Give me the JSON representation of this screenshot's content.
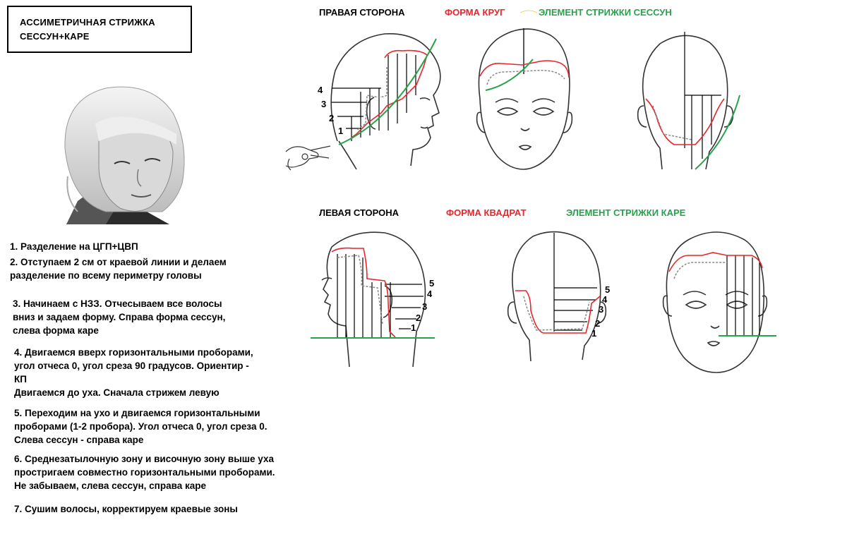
{
  "title": {
    "line1": "АССИМЕТРИЧНАЯ СТРИЖКА",
    "line2": "СЕССУН+КАРЕ"
  },
  "right_side": {
    "label": "ПРАВАЯ СТОРОНА",
    "shape": "ФОРМА КРУГ",
    "element": "ЭЛЕМЕНТ СТРИЖКИ СЕССУН",
    "section_numbers": [
      "1",
      "2",
      "3",
      "4"
    ]
  },
  "left_side": {
    "label": "ЛЕВАЯ СТОРОНА",
    "shape": "ФОРМА КВАДРАТ",
    "element": "ЭЛЕМЕНТ СТРИЖКИ КАРЕ",
    "section_numbers_profile": [
      "1",
      "2",
      "3",
      "4",
      "5"
    ],
    "section_numbers_back": [
      "1",
      "2",
      "3",
      "4",
      "5"
    ]
  },
  "colors": {
    "form_line": "#e8262b",
    "element_line": "#27a24a",
    "text": "#000000"
  },
  "steps": [
    [
      "1. Разделение на ЦГП+ЦВП"
    ],
    [
      "2. Отступаем 2 см от краевой линии и делаем",
      "разделение по всему периметру головы"
    ],
    [
      "3. Начинаем с НЗЗ. Отчесываем все волосы",
      "вниз и задаем форму. Справа форма сессун,",
      "слева форма каре"
    ],
    [
      "4. Двигаемся вверх горизонтальными проборами,",
      "угол отчеса 0, угол среза 90 градусов. Ориентир -",
      "КП",
      "Двигаемся до уха. Сначала стрижем левую"
    ],
    [
      "5. Переходим на ухо и двигаемся горизонтальными",
      "проборами (1-2 пробора). Угол отчеса 0, угол среза 0.",
      "Слева сессун - справа каре"
    ],
    [
      "6. Среднезатылочную зону и височную зону выше уха",
      "простригаем совместно горизонтальными проборами.",
      "Не забываем, слева сессун, справа каре"
    ],
    [
      "7. Сушим волосы, корректируем краевые зоны"
    ]
  ]
}
